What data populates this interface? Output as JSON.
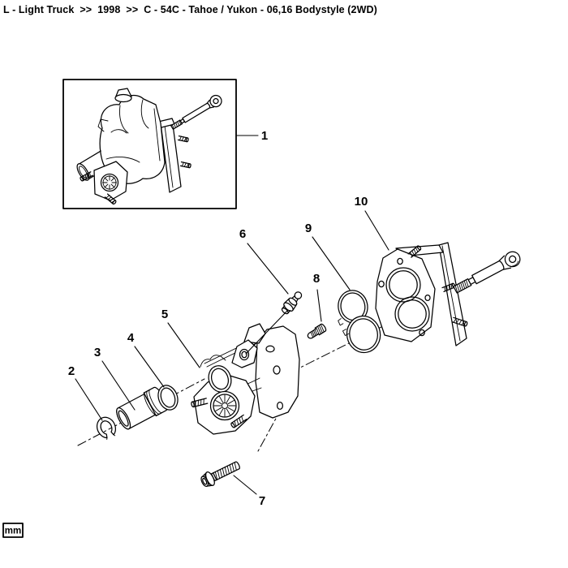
{
  "header": {
    "breadcrumb": {
      "segments": [
        "L - Light Truck",
        "1998",
        "C - 54C - Tahoe / Yukon - 06,16 Bodystyle (2WD)"
      ],
      "separator": ">>"
    }
  },
  "diagram": {
    "callouts": [
      "1",
      "2",
      "3",
      "4",
      "5",
      "6",
      "7",
      "8",
      "9",
      "10"
    ],
    "units_label": "mm",
    "colors": {
      "line": "#000000",
      "background": "#ffffff"
    }
  }
}
